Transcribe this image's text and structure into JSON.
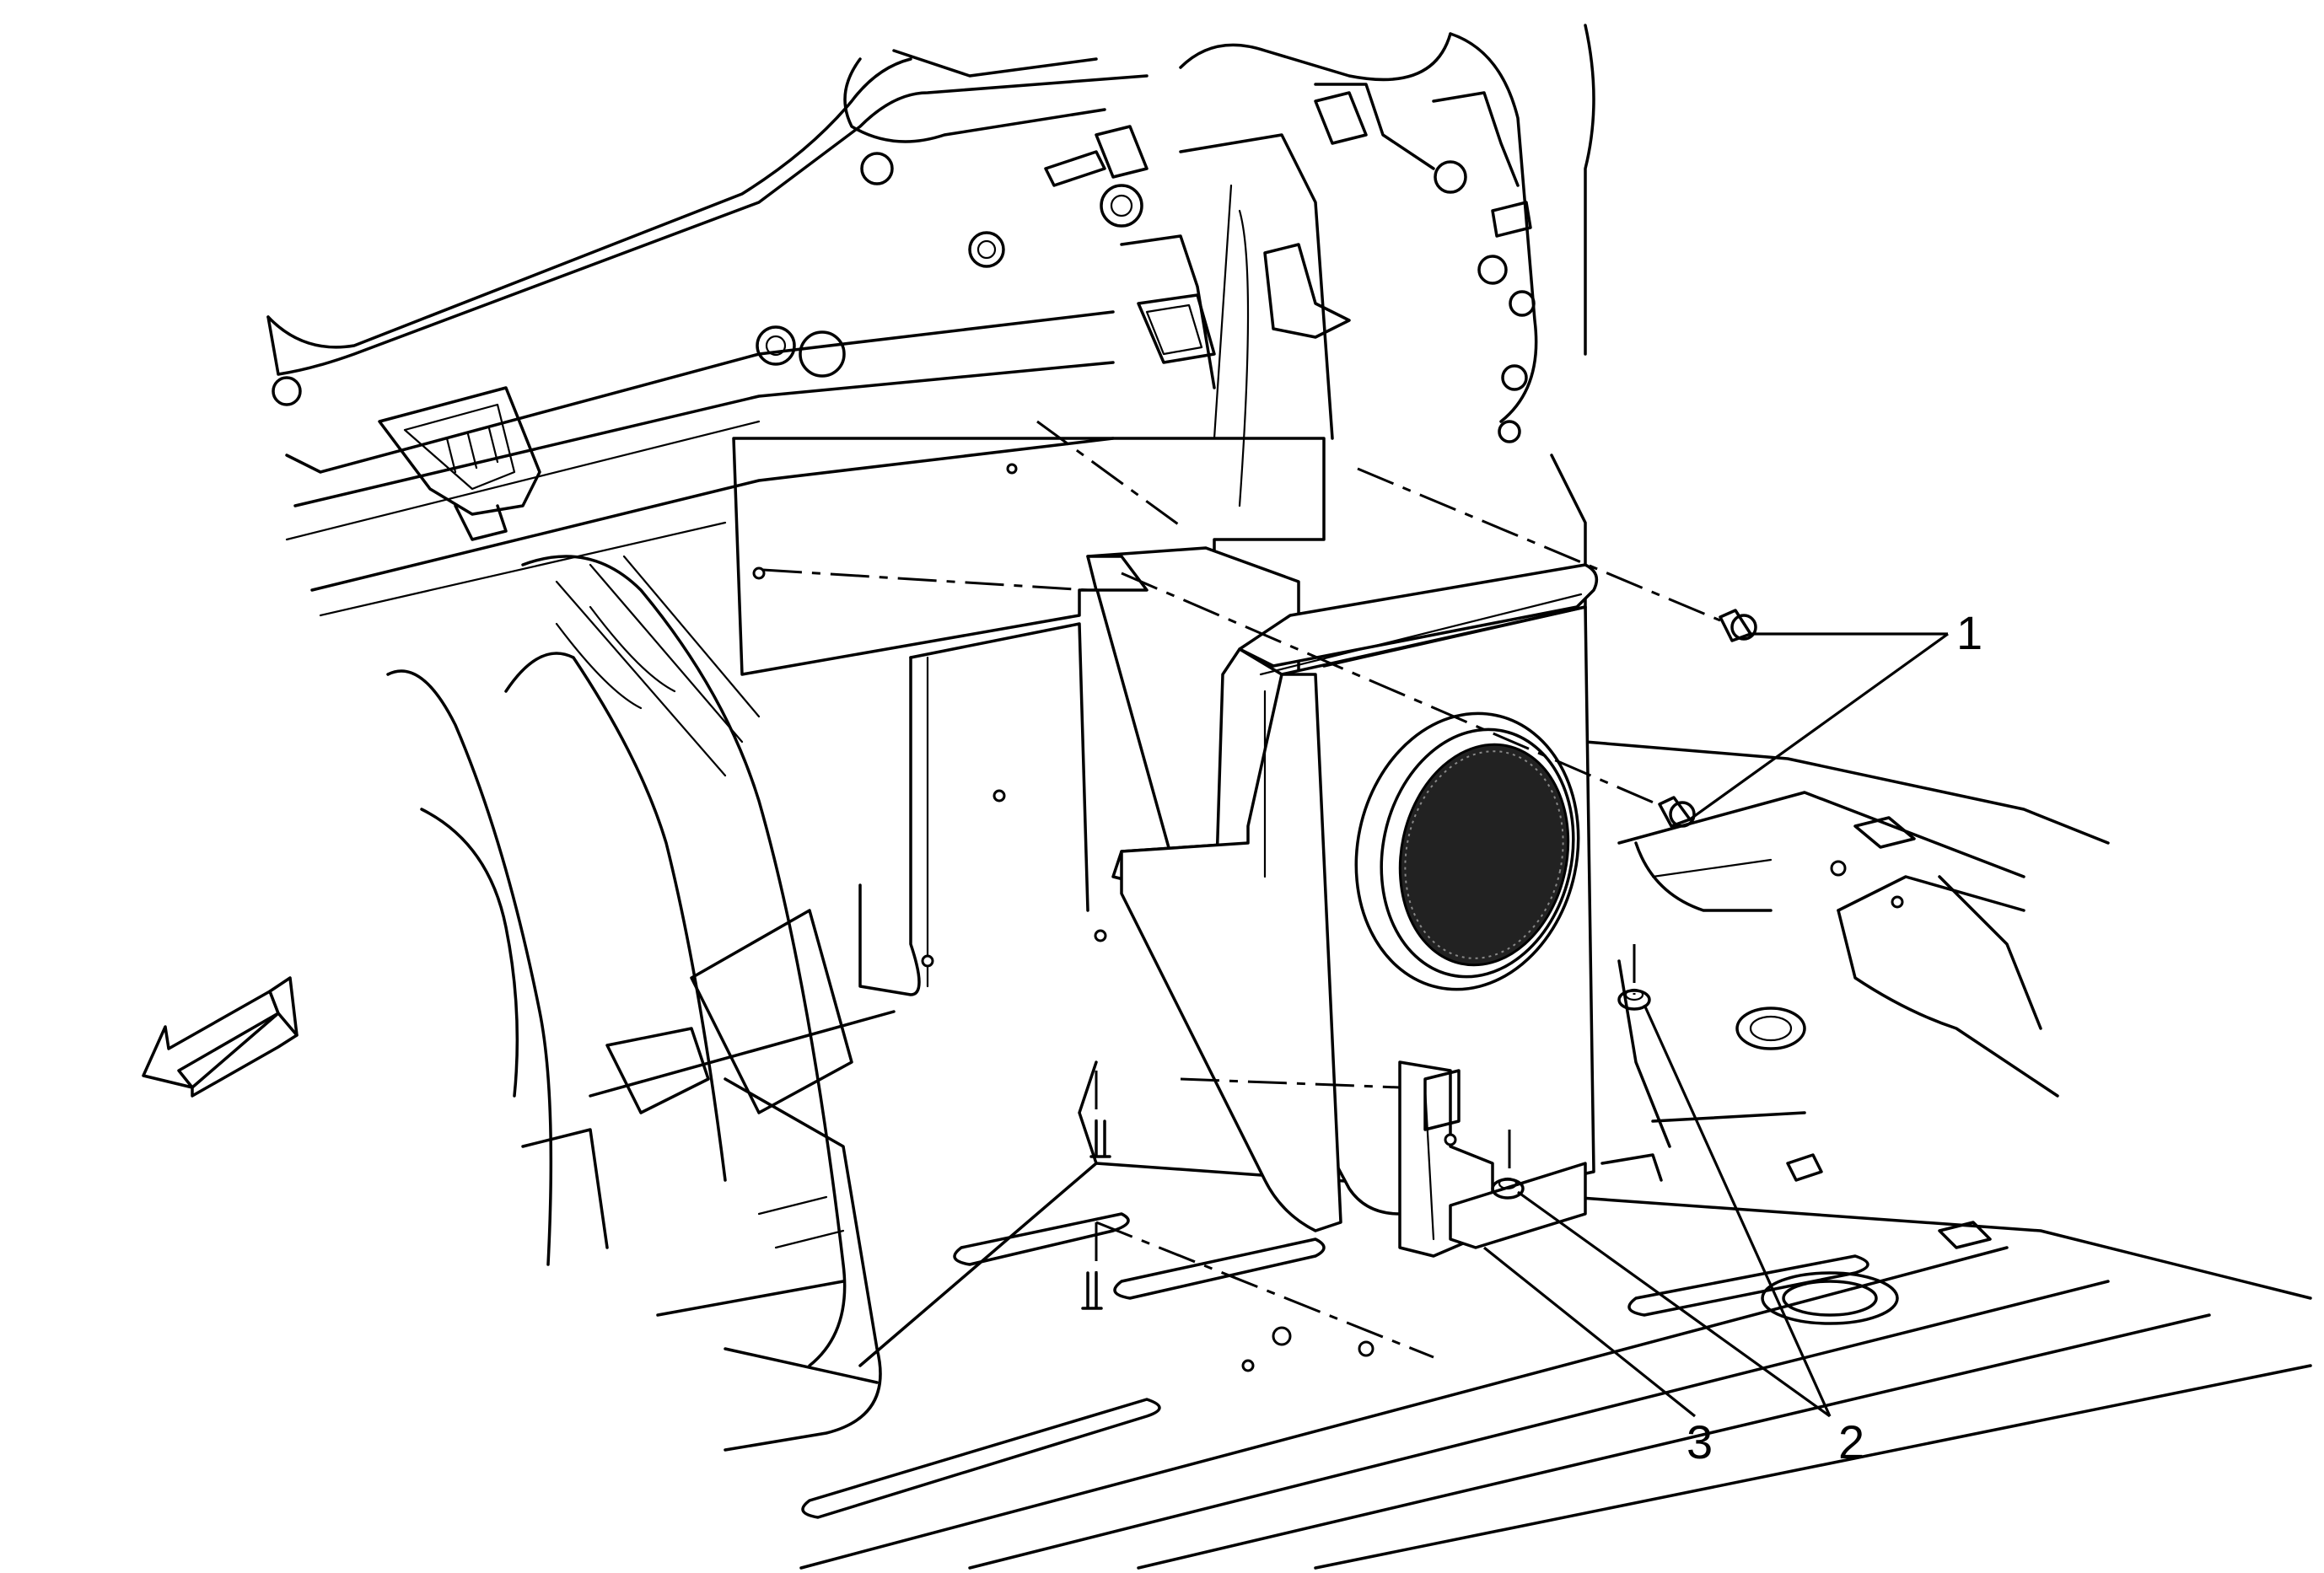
{
  "callouts": [
    {
      "id": "1",
      "label": "1"
    },
    {
      "id": "2",
      "label": "2"
    },
    {
      "id": "3",
      "label": "3"
    }
  ],
  "icons": {
    "direction_arrow": "vehicle-front-arrow-icon"
  },
  "colors": {
    "line": "#000000",
    "background": "#ffffff"
  }
}
